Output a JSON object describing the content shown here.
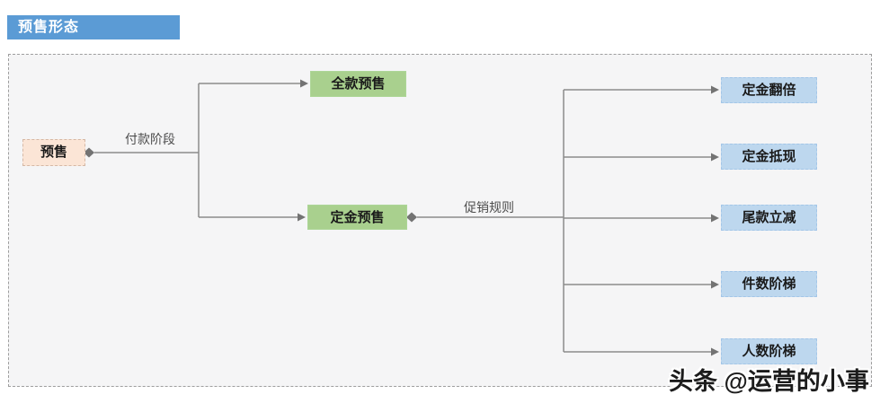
{
  "header": {
    "title": "预售形态"
  },
  "diagram": {
    "root": {
      "label": "预售"
    },
    "edge_labels": {
      "payment_stage": "付款阶段",
      "promo_rules": "促销规则"
    },
    "payment_nodes": [
      {
        "label": "全款预售"
      },
      {
        "label": "定金预售"
      }
    ],
    "rule_nodes": [
      {
        "label": "定金翻倍"
      },
      {
        "label": "定金抵现"
      },
      {
        "label": "尾款立减"
      },
      {
        "label": "件数阶梯"
      },
      {
        "label": "人数阶梯"
      }
    ],
    "colors": {
      "header_bg": "#5b9bd5",
      "root_fill": "#fbe5d6",
      "payment_fill": "#a9d08e",
      "rule_fill": "#bdd7ee",
      "connector": "#8c8c8c",
      "marker": "#737373"
    }
  },
  "watermark": {
    "text": "头条 @运营的小事"
  }
}
